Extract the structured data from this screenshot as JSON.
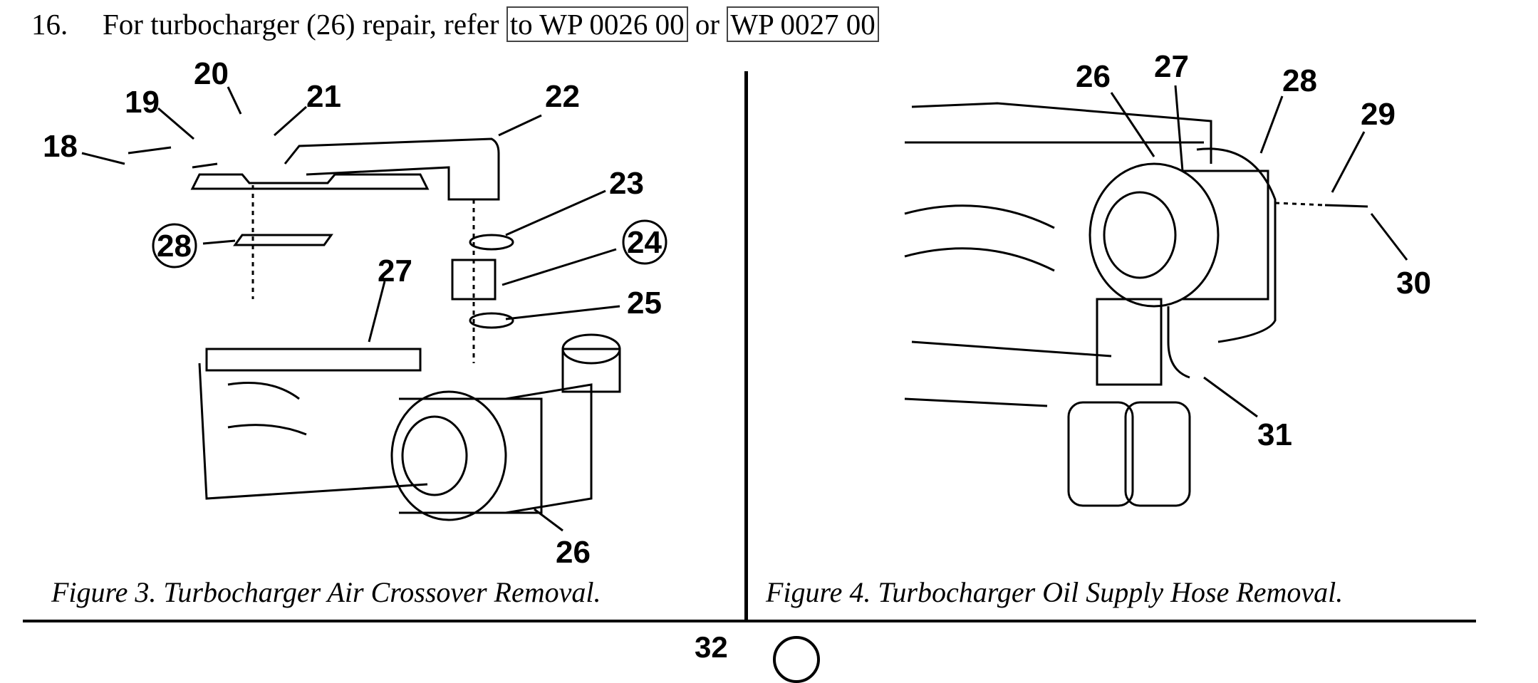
{
  "step": {
    "number": "16.",
    "text_before": "For turbocharger (26) repair, refer ",
    "link1": "to WP 0026 00",
    "text_between": " or ",
    "link2": "WP 0027 00"
  },
  "figure3": {
    "caption": "Figure 3.  Turbocharger Air Crossover Removal.",
    "callouts": {
      "c18": "18",
      "c19": "19",
      "c20": "20",
      "c21": "21",
      "c22": "22",
      "c23": "23",
      "c24": "24",
      "c25": "25",
      "c26": "26",
      "c27": "27",
      "c28": "28"
    }
  },
  "figure4": {
    "caption": "Figure 4.  Turbocharger Oil Supply Hose Removal.",
    "callouts": {
      "c26": "26",
      "c27": "27",
      "c28": "28",
      "c29": "29",
      "c30": "30",
      "c31": "31"
    }
  },
  "page_number": "32"
}
